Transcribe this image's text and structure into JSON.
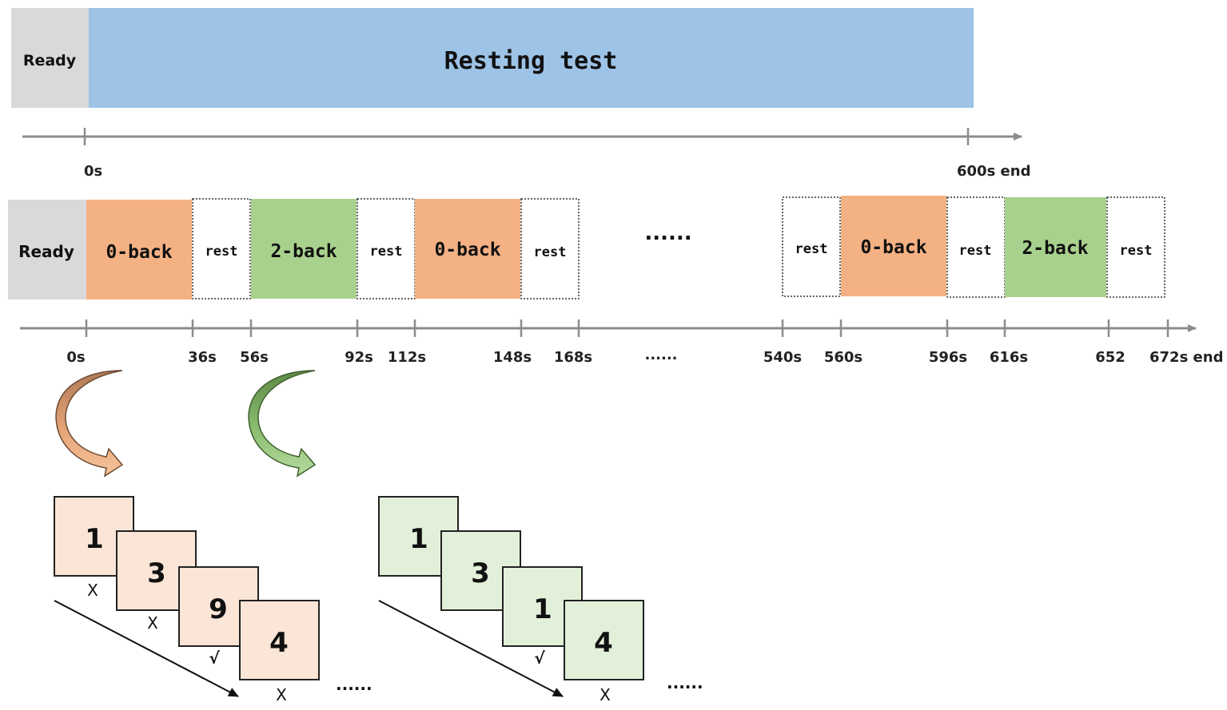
{
  "resting_row": {
    "ready_label": "Ready",
    "test_label": "Resting test",
    "start_label": "0s",
    "end_label": "600s end"
  },
  "task_row": {
    "ready_label": "Ready",
    "blocks_left": [
      "0-back",
      "rest",
      "2-back",
      "rest",
      "0-back",
      "rest"
    ],
    "blocks_right": [
      "rest",
      "0-back",
      "rest",
      "2-back",
      "rest"
    ],
    "gap_ellipsis": "......",
    "time_labels_left": [
      "0s",
      "36s",
      "56s",
      "92s",
      "112s",
      "148s",
      "168s"
    ],
    "time_ellipsis": "......",
    "time_labels_right": [
      "540s",
      "560s",
      "596s",
      "616s",
      "652",
      "672s end"
    ]
  },
  "zero_back_example": {
    "digits": [
      "1",
      "3",
      "9",
      "4"
    ],
    "marks": [
      "X",
      "X",
      "√",
      "X"
    ],
    "ellipsis": "......"
  },
  "two_back_example": {
    "digits": [
      "1",
      "3",
      "1",
      "4"
    ],
    "marks": [
      "",
      "",
      "√",
      "X"
    ],
    "ellipsis": "......"
  },
  "colors": {
    "ready": "#d9d9d9",
    "resting": "#9dc3e6",
    "zero_back": "#f4b183",
    "two_back": "#a9d18e",
    "zero_back_card": "#fbe5d6",
    "two_back_card": "#e2f0d9",
    "axis": "#8c8c8c"
  }
}
